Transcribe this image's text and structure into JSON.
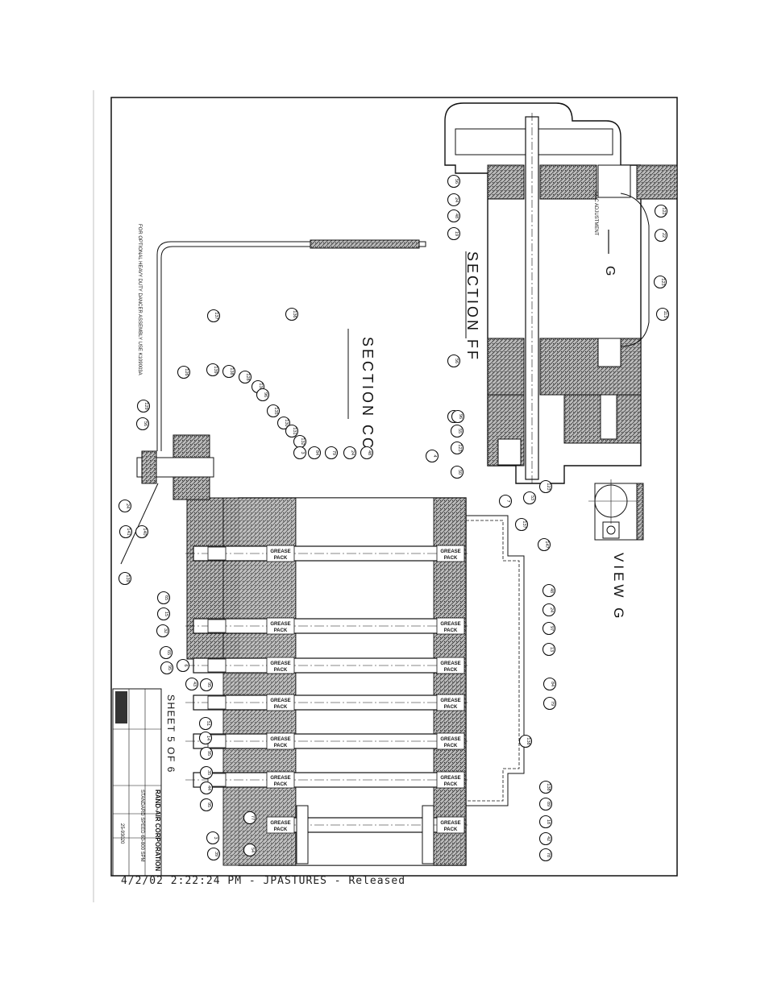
{
  "drawing": {
    "section_cc": "SECTION CC",
    "section_ff": "SECTION FF",
    "view_g": "VIEW G",
    "g_marker": "G",
    "ecc_adjustment": "ECC ADJUSTMENT",
    "heavy_duty_note": "FOR OPTIONAL HEAVY DUTY DANCER ASSEMBLY USE K109003A",
    "grease_top": "GREASE",
    "grease_bottom": "PACK",
    "sheet": "SHEET 5 OF 6",
    "company": "RAND-AIR CORPORATION",
    "title_line1": "STANDARD SPEED 60-800 SPM",
    "drawing_no": "25-93020",
    "status_line": "4/2/02 2:22:24 PM -   JPASTURES - Released"
  },
  "balloons": {
    "cc": [
      "129",
      "56",
      "24",
      "141",
      "140",
      "139",
      "65",
      "15",
      "32",
      "65",
      "95",
      "6",
      "43",
      "128",
      "130",
      "96",
      "135",
      "130",
      "131",
      "132",
      "3",
      "84",
      "79",
      "24",
      "48",
      "4"
    ],
    "ff": [
      "56",
      "24",
      "48",
      "19",
      "56",
      "56",
      "55",
      "123",
      "50",
      "7",
      "53",
      "123",
      "96",
      "122",
      "22",
      "123",
      "113"
    ],
    "right": [
      "137",
      "147",
      "48",
      "24",
      "97",
      "13",
      "84",
      "79",
      "138",
      "138",
      "89",
      "18",
      "42",
      "78"
    ],
    "bottom": [
      "95",
      "51",
      "14",
      "95",
      "35",
      "44",
      "95",
      "3",
      "39",
      "77",
      "54"
    ],
    "top": [
      "137",
      "136",
      "126",
      "139",
      "138"
    ]
  },
  "colors": {
    "ink": "#111111",
    "hatch": "#555555"
  }
}
